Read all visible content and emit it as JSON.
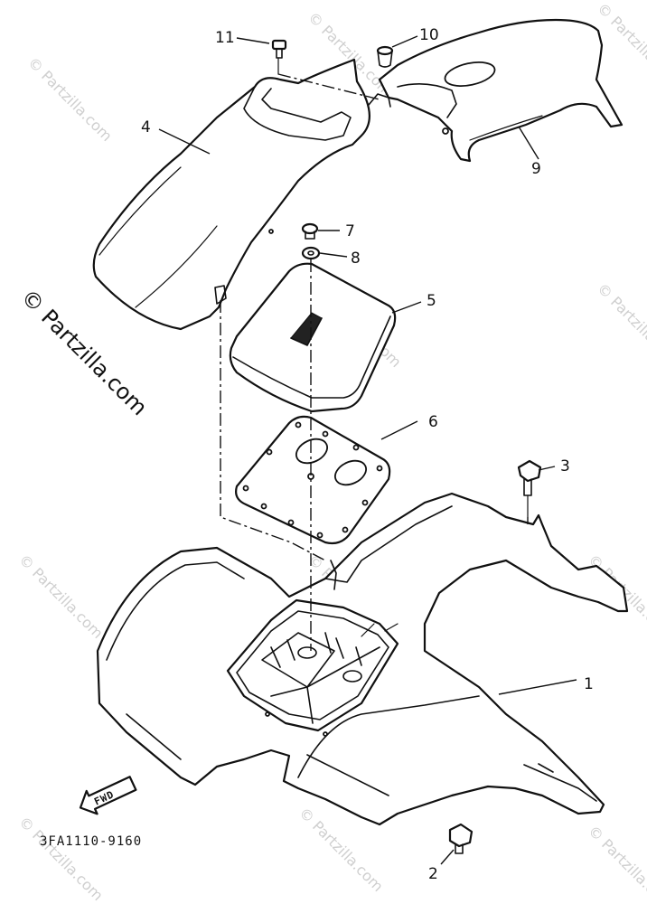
{
  "diagram": {
    "callouts": [
      {
        "id": "1",
        "text": "1"
      },
      {
        "id": "2",
        "text": "2"
      },
      {
        "id": "3",
        "text": "3"
      },
      {
        "id": "4",
        "text": "4"
      },
      {
        "id": "5",
        "text": "5"
      },
      {
        "id": "6",
        "text": "6"
      },
      {
        "id": "7",
        "text": "7"
      },
      {
        "id": "8",
        "text": "8"
      },
      {
        "id": "9",
        "text": "9"
      },
      {
        "id": "10",
        "text": "10"
      },
      {
        "id": "11",
        "text": "11"
      }
    ],
    "fwd_arrow": "FWD",
    "part_code": "3FA1110-9160"
  },
  "watermark": {
    "main": "© Partzilla.com",
    "repeat": "© Partzilla.com"
  },
  "colors": {
    "line": "#111111",
    "background": "#ffffff",
    "watermark": "#cfcfcf"
  }
}
